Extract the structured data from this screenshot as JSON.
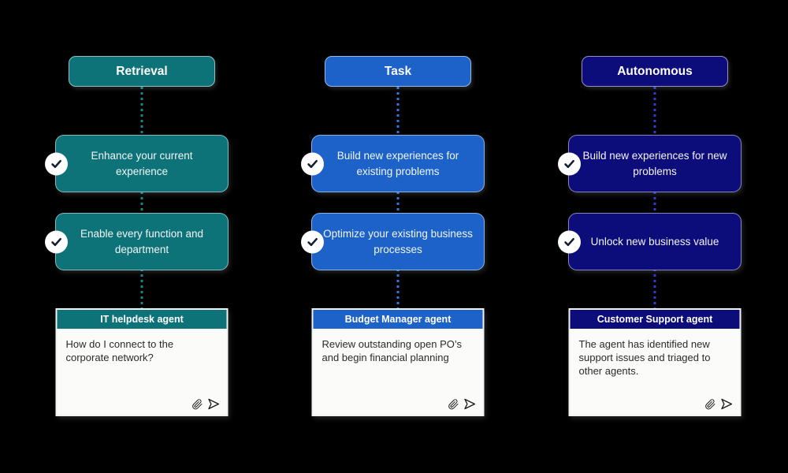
{
  "diagram": {
    "background_color": "#000000",
    "check_color": "#131e33",
    "agent_toolbar": {
      "attachment_icon": "paperclip",
      "send_icon": "send-arrow"
    },
    "columns": [
      {
        "title": "Retrieval",
        "accent": "#0e7379",
        "dot_color": "#18858e",
        "cards": [
          "Enhance your current experience",
          "Enable every function and department"
        ],
        "agent": {
          "title": "IT helpdesk agent",
          "message": "How do I connect to the corporate network?"
        }
      },
      {
        "title": "Task",
        "accent": "#1d62c9",
        "dot_color": "#2e78de",
        "cards": [
          "Build new experiences for existing problems",
          "Optimize your existing business processes"
        ],
        "agent": {
          "title": "Budget Manager agent",
          "message": "Review outstanding open PO’s and begin financial planning"
        }
      },
      {
        "title": "Autonomous",
        "accent": "#0d0c7b",
        "dot_color": "#2c3cd4",
        "cards": [
          "Build new experiences for new problems",
          "Unlock new business value"
        ],
        "agent": {
          "title": "Customer Support agent",
          "message": "The agent has identified new support issues and triaged to other agents."
        }
      }
    ]
  }
}
